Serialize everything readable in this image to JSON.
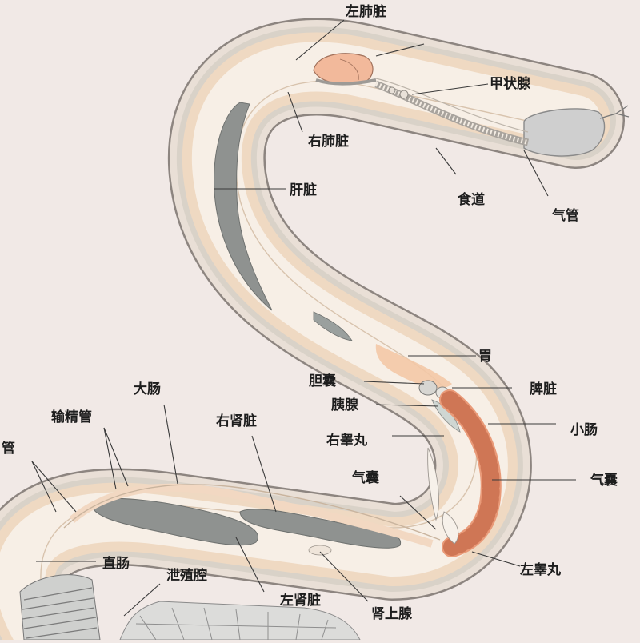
{
  "labels": {
    "left_lung": "左肺脏",
    "thyroid": "甲状腺",
    "right_lung": "右肺脏",
    "liver": "肝脏",
    "esophagus": "食道",
    "trachea": "气管",
    "stomach": "胃",
    "gallbladder": "胆囊",
    "spleen": "脾脏",
    "pancreas": "胰腺",
    "small_intestine": "小肠",
    "right_testis": "右睾丸",
    "air_sac_right": "气囊",
    "air_sac_left": "气囊",
    "left_testis": "左睾丸",
    "large_intestine": "大肠",
    "vas_deferens": "输精管",
    "ureter_partial": "管",
    "right_kidney": "右肾脏",
    "rectum": "直肠",
    "cloaca": "泄殖腔",
    "left_kidney": "左肾脏",
    "adrenal": "肾上腺"
  },
  "colors": {
    "background": "#f1e9e6",
    "body_outline": "#8d8580",
    "body_fill": "#f7efe6",
    "muscle_layer": "#efd9c2",
    "liver_kidney": "#8f9290",
    "organ_pink": "#f2c1a2",
    "intestine_orange": "#e99a78",
    "head_grey": "#cfcfcf"
  }
}
